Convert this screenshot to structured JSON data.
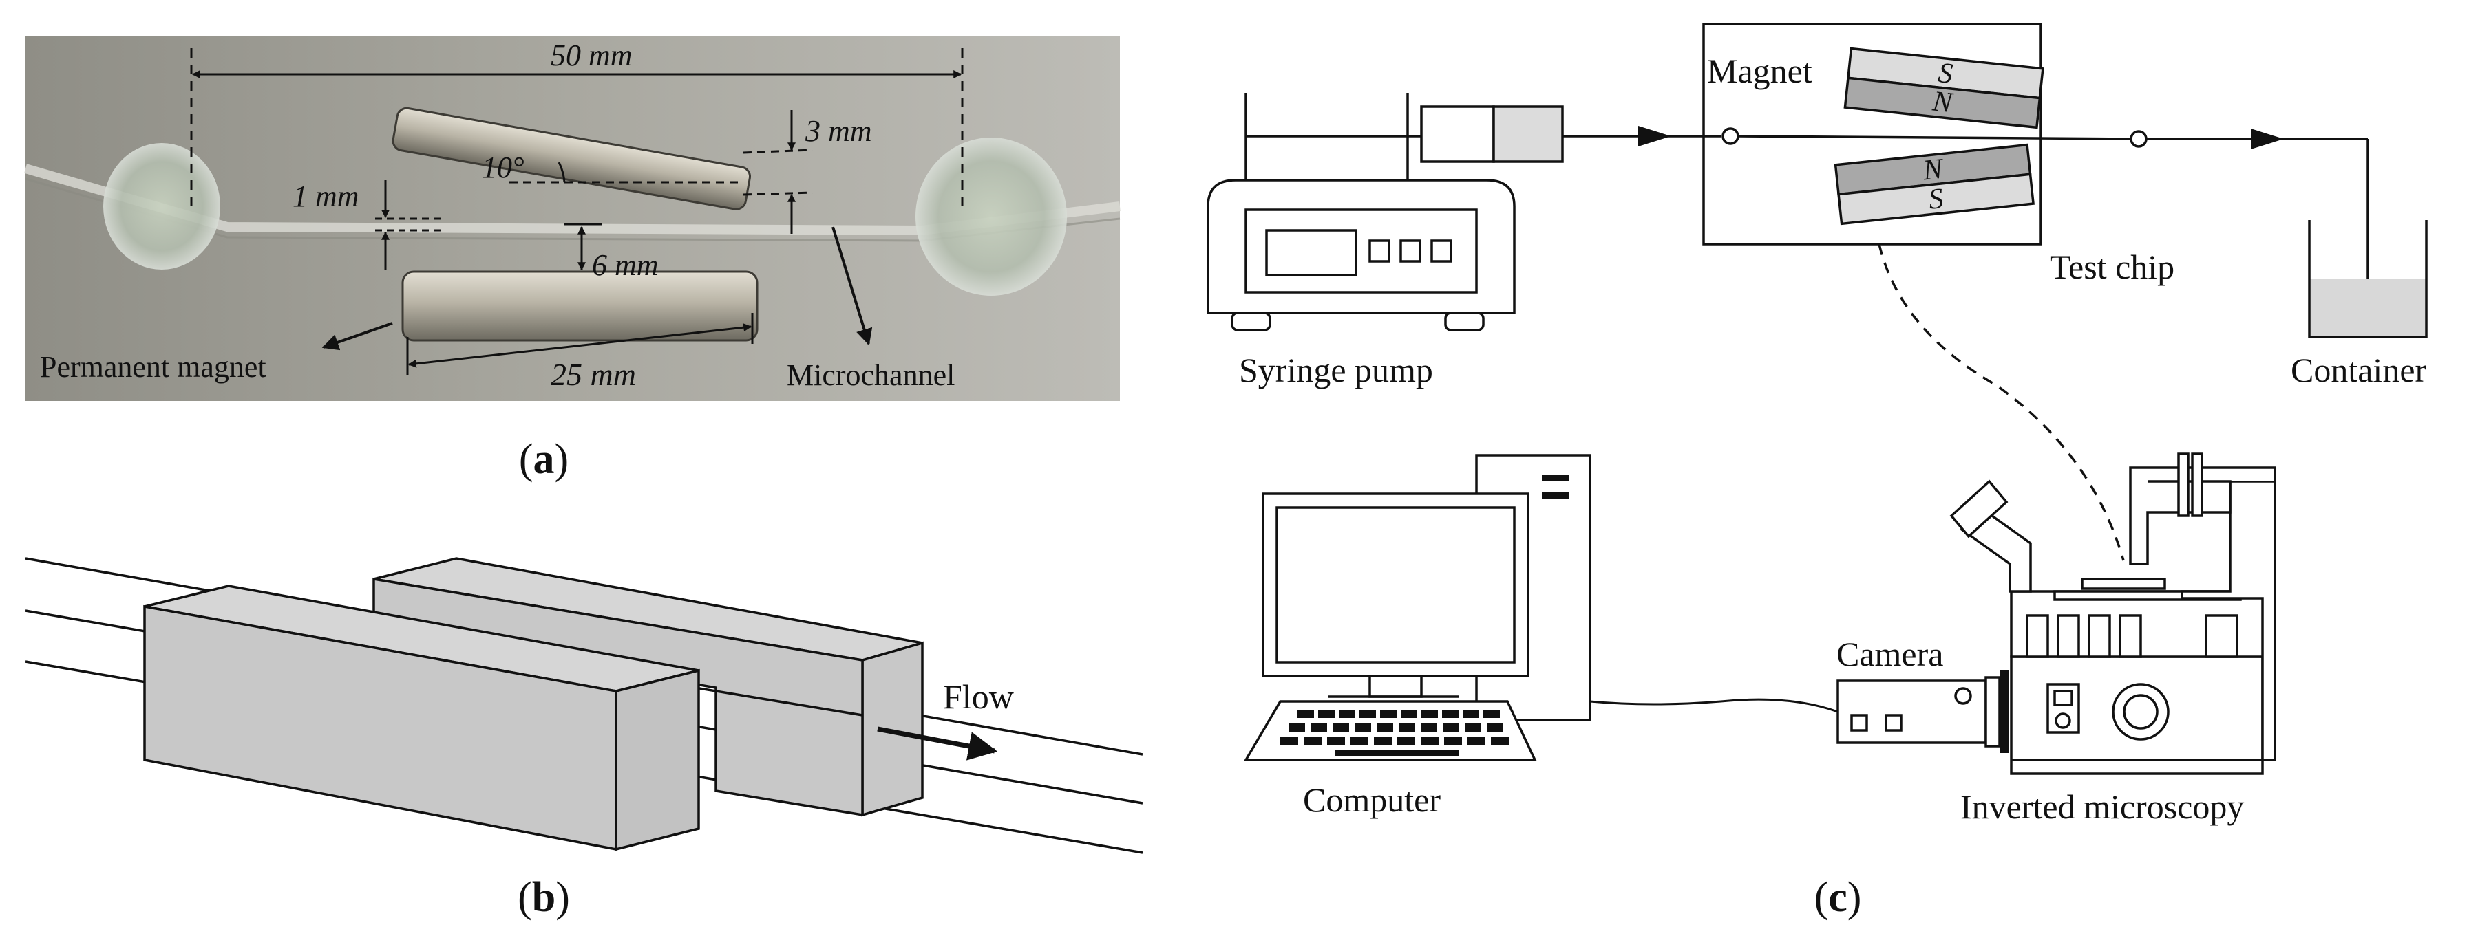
{
  "panel_a": {
    "label_open": "(",
    "label_letter": "a",
    "label_close": ")",
    "dim_50": "50 mm",
    "dim_3": "3 mm",
    "dim_angle": "10°",
    "dim_1": "1 mm",
    "dim_6": "6 mm",
    "dim_25": "25 mm",
    "permanent_magnet": "Permanent magnet",
    "microchannel": "Microchannel"
  },
  "panel_b": {
    "label_open": "(",
    "label_letter": "b",
    "label_close": ")",
    "flow": "Flow"
  },
  "panel_c": {
    "label_open": "(",
    "label_letter": "c",
    "label_close": ")",
    "magnet": "Magnet",
    "pole_s_top": "S",
    "pole_n_top": "N",
    "pole_n_bottom": "N",
    "pole_s_bottom": "S",
    "test_chip": "Test chip",
    "syringe_pump": "Syringe pump",
    "container": "Container",
    "camera": "Camera",
    "computer": "Computer",
    "inverted_microscopy": "Inverted microscopy"
  },
  "colors": {
    "photo_bg": "#9b9a92",
    "magnet_gray": "#c8c8c8",
    "pole_light": "#dcdcdc",
    "pole_dark": "#a8a8a8",
    "line": "#111111"
  }
}
